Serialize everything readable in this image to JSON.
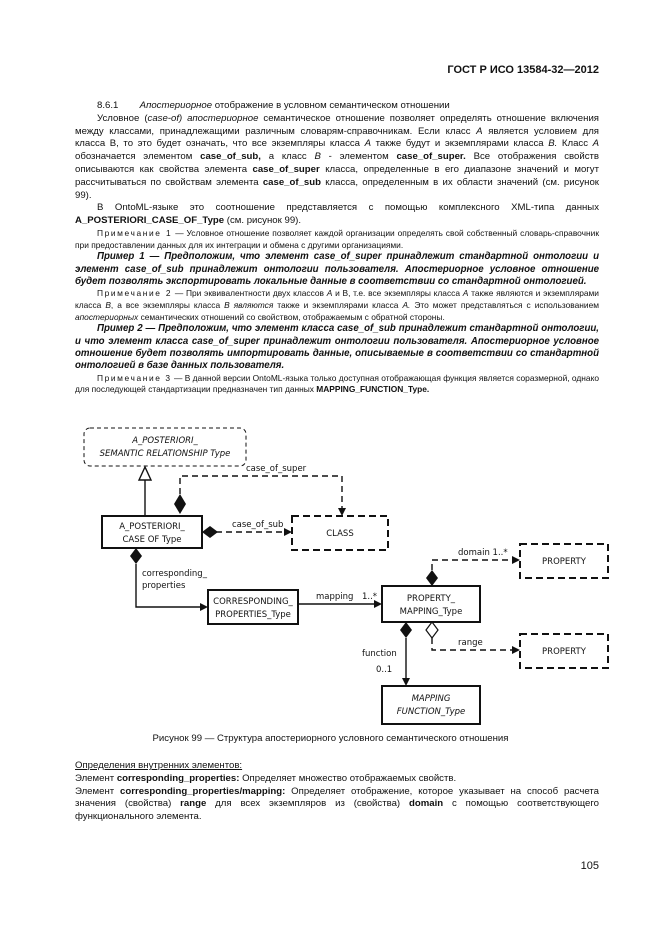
{
  "header": {
    "doc_id": "ГОСТ Р ИСО 13584-32—2012"
  },
  "section": {
    "number": "8.6.1",
    "title_italic": "Апостериорное",
    "title_rest": " отображение в условном семантическом отношении"
  },
  "para1": {
    "s1": "Условное (",
    "s2": "case-of)",
    "s3": " ",
    "s4": "апостериорное",
    "s5": " семантическое отношение позволяет определять отношение включения между классами, принадлежащими различным словарям-справочникам. Если класс ",
    "s6": "A",
    "s7": " является условием для класса B, то это будет означать, что все экземпляры класса ",
    "s8": "A",
    "s9": " также будут и экземплярами класса ",
    "s10": "B.",
    "s11": " Класс ",
    "s12": "A",
    "s13": " обозначается элементом ",
    "s14": "case_of_sub,",
    "s15": " а класс ",
    "s16": "B",
    "s17": " - элементом ",
    "s18": "case_of_super.",
    "s19": " Все отображения свойств описываются как свойства элемента ",
    "s20": "case_of_super",
    "s21": " класса, определенные в его диапазоне значений и могут рассчитываться по свойствам элемента ",
    "s22": "case_of_sub",
    "s23": " класса, определенным в их области значений (см. рисунок 99)."
  },
  "para2": {
    "s1": "В OntoML-языке это соотношение представляется с помощью комплексного XML-типа данных ",
    "s2": "A_POSTERIORI_CASE_OF_Type",
    "s3": " (см. рисунок 99)."
  },
  "note1": {
    "label": "Примечание 1",
    "text": " — Условное отношение позволяет каждой организации определять свой собственный словарь-справочник при предоставлении данных для их интеграции и обмена с другими организациями."
  },
  "example1": "Пример 1 — Предположим, что элемент case_of_super принадлежит стандартной онтологии и элемент case_of_sub принадлежит онтологии пользователя. Апостериорное условное отношение будет позволять экспортировать локальные данные в соответствии со стандартной онтологией.",
  "note2": {
    "label": "Примечание 2",
    "t1": " — При эквивалентности двух классов ",
    "t2": "A",
    "t3": " и B, т.е. все экземпляры класса ",
    "t4": "A",
    "t5": " также являются и экземплярами класса ",
    "t6": "B",
    "t7": ", а все экземпляры класса ",
    "t8": "B являются",
    "t9": " также и экземплярами класса ",
    "t10": "A.",
    "t11": " Это может представляться с использованием ",
    "t12": "апостериорных",
    "t13": " семантических отношений со свойством, отображаемым с обратной стороны."
  },
  "example2": "Пример 2 — Предположим, что элемент класса case_of_sub принадлежит стандартной онтологии, и что элемент класса case_of_super принадлежит онтологии пользователя. Апостериорное условное отношение будет позволять импортировать данные, описываемые в соответствии со стандартной онтологией в базе данных пользователя.",
  "note3": {
    "label": "Примечание 3",
    "t1": " — В данной версии OntoML-языка только доступная отображающая функция является соразмерной, однако для последующей стандартизации предназначен тип данных ",
    "t2": "MAPPING_FUNCTION_Type."
  },
  "diagram": {
    "box_semantic_1": "A_POSTERIORI_",
    "box_semantic_2": "SEMANTIC RELATIONSHIP Type",
    "box_caseof_1": "A_POSTERIORI_",
    "box_caseof_2": "CASE OF Type",
    "box_class": "CLASS",
    "box_corr_1": "CORRESPONDING_",
    "box_corr_2": "PROPERTIES_Type",
    "box_propmap_1": "PROPERTY_",
    "box_propmap_2": "MAPPING_Type",
    "box_prop1": "PROPERTY",
    "box_prop2": "PROPERTY",
    "box_mapfn_1": "MAPPING",
    "box_mapfn_2": "FUNCTION_Type",
    "lbl_case_of_super": "case_of_super",
    "lbl_case_of_sub": "case_of_sub",
    "lbl_corr_1": "corresponding_",
    "lbl_corr_2": "properties",
    "lbl_mapping": "mapping",
    "lbl_mult_1n": "1..*",
    "lbl_domain": "domain 1..*",
    "lbl_range": "range",
    "lbl_function": "function",
    "lbl_mult_01": "0..1"
  },
  "caption": "Рисунок 99 — Структура апостериорного условного семантического отношения",
  "defs": {
    "heading": "Определения внутренних элементов:",
    "l1a": "Элемент ",
    "l1b": "corresponding_properties:",
    "l1c": " Определяет множество отображаемых свойств.",
    "l2a": "Элемент ",
    "l2b": "corresponding_properties/mapping:",
    "l2c": " Определяет отображение, которое указывает на способ расчета значения (свойства) ",
    "l2d": "range",
    "l2e": " для всех экземпляров из (свойства) ",
    "l2f": "domain",
    "l2g": " с помощью соответствующего функционального элемента."
  },
  "page_number": "105"
}
